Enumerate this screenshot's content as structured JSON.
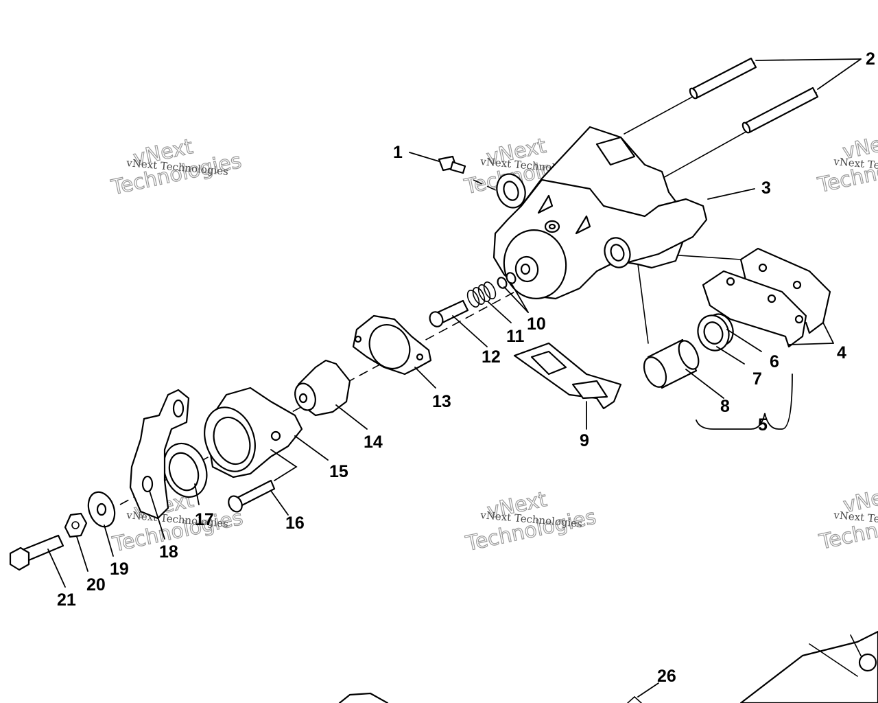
{
  "callouts": {
    "c1": "1",
    "c2": "2",
    "c3": "3",
    "c4": "4",
    "c5": "5",
    "c6": "6",
    "c7": "7",
    "c8": "8",
    "c9": "9",
    "c10": "10",
    "c11": "11",
    "c12": "12",
    "c13": "13",
    "c14": "14",
    "c15": "15",
    "c16": "16",
    "c17": "17",
    "c18": "18",
    "c19": "19",
    "c20": "20",
    "c21": "21",
    "c26": "26"
  },
  "watermark": {
    "line_small": "vNext Technologies",
    "line_big_a": "vNext",
    "line_big_b": "Technologies"
  },
  "colors": {
    "ink": "#000000",
    "paper": "#ffffff",
    "watermark": "#9a9a9a"
  }
}
